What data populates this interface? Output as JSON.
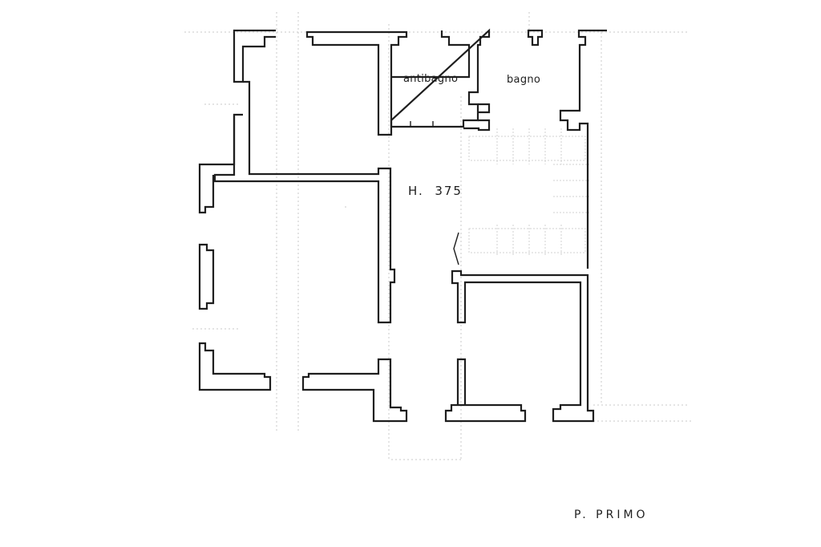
{
  "plan": {
    "rooms": {
      "antibagno": "antibagno",
      "bagno": "bagno"
    },
    "height_label": "H.  375",
    "floor_label": "P. PRIMO"
  },
  "colors": {
    "line": "#1e1e1e",
    "guide": "#c9c9c9",
    "background": "#ffffff"
  }
}
